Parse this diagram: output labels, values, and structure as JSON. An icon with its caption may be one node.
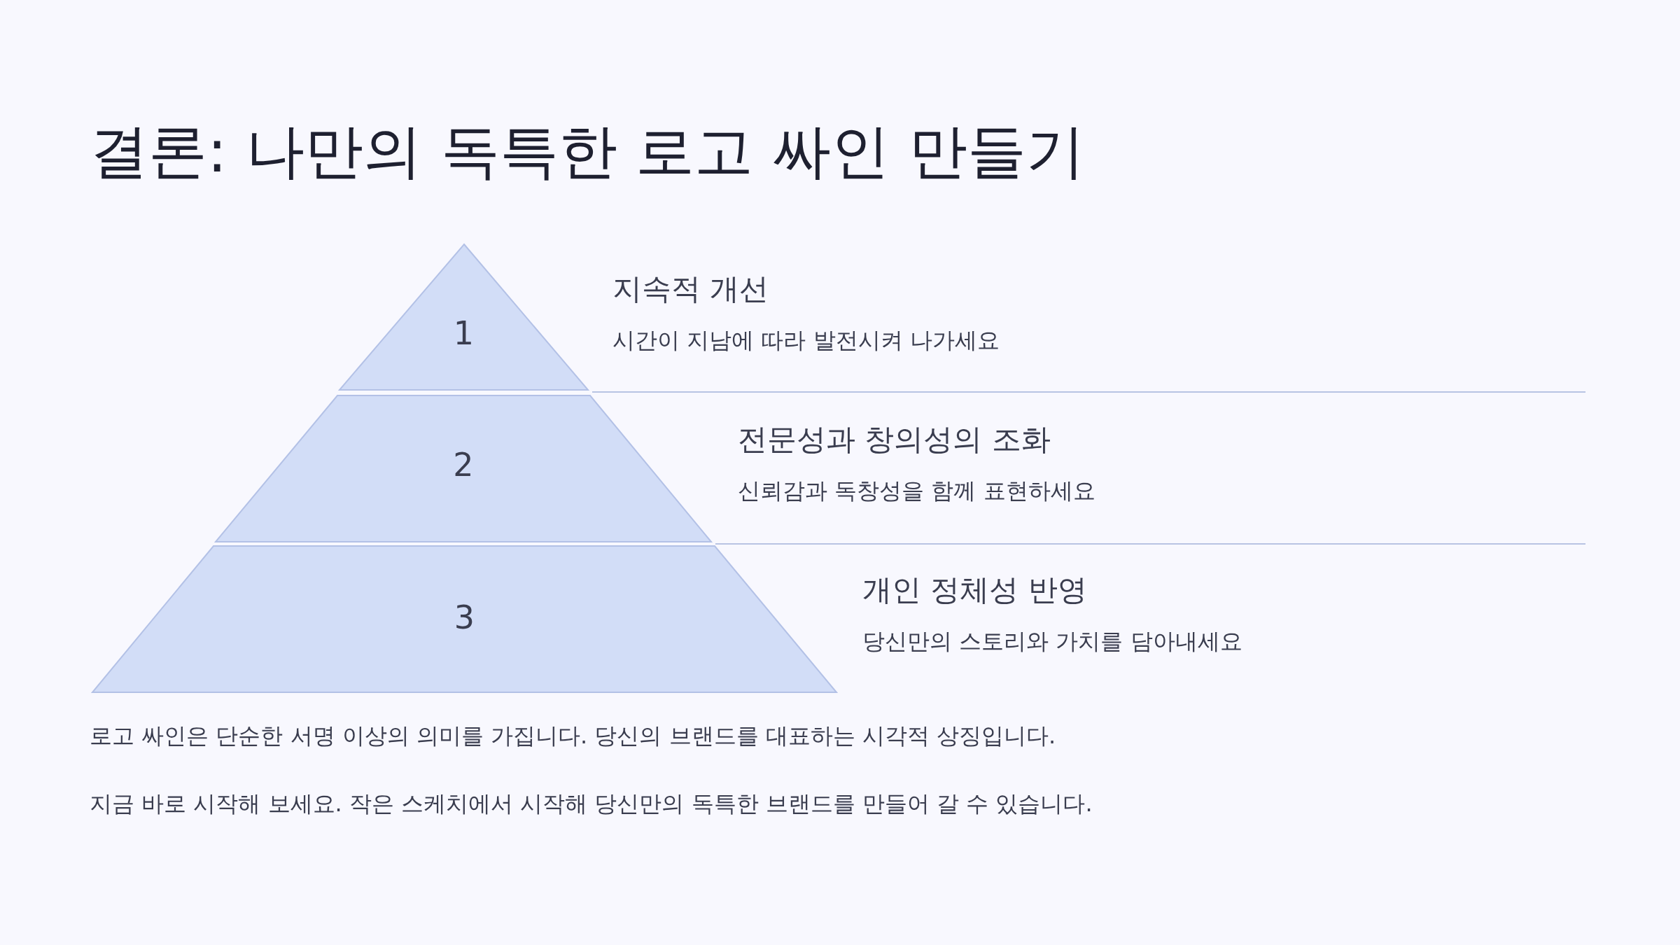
{
  "diagram": {
    "title": "결론: 나만의 독특한 로고 싸인 만들기",
    "nodes": [
      {
        "text": [
          "1"
        ],
        "beside": [
          "지속적 개선",
          "시간이 지남에 따라 발전시켜 나가세요"
        ]
      },
      {
        "text": [
          "2"
        ],
        "beside": [
          "전문성과 창의성의 조화",
          "신뢰감과 독창성을 함께 표현하세요"
        ]
      },
      {
        "text": [
          "3"
        ],
        "beside": [
          "개인 정체성 반영",
          "당신만의 스토리와 가치를 담아내세요"
        ]
      }
    ],
    "edges": [],
    "labels": [
      "로고 싸인은 단순한 서명 이상의 의미를 가집니다. 당신의 브랜드를 대표하는 시각적 상징입니다.",
      "지금 바로 시작해 보세요. 작은 스케치에서 시작해 당신만의 독특한 브랜드를 만들어 갈 수 있습니다."
    ]
  }
}
